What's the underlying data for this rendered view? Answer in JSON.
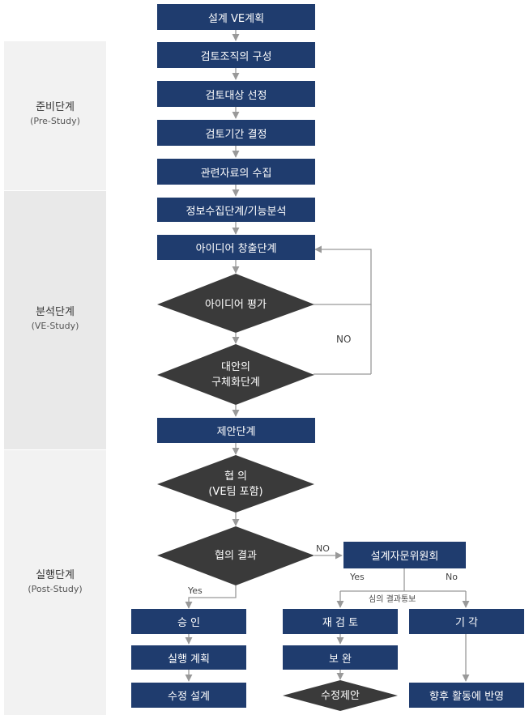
{
  "phases": [
    {
      "ko": "준비단계",
      "en": "(Pre-Study)"
    },
    {
      "ko": "분석단계",
      "en": "(VE-Study)"
    },
    {
      "ko": "실행단계",
      "en": "(Post-Study)"
    }
  ],
  "steps": {
    "plan": "설계 VE계획",
    "org": "검토조직의 구성",
    "target": "검토대상 선정",
    "period": "검토기간 결정",
    "collect": "관련자료의 수집",
    "info": "정보수집단계/기능분석",
    "idea": "아이디어 창출단계",
    "proposal": "제안단계",
    "committee": "설계자문위원회",
    "approve": "승 인",
    "exec_plan": "실행 계획",
    "design_fix": "수정 설계",
    "review": "재 검 토",
    "supplement": "보 완",
    "reject": "기 각",
    "reflect": "향후 활동에 반영"
  },
  "decisions": {
    "idea_eval": "아이디어 평가",
    "alt_line1": "대안의",
    "alt_line2": "구체화단계",
    "consult_line1": "협 의",
    "consult_line2": "(VE팀 포함)",
    "consult_result": "협의 결과",
    "modify_proposal": "수정제안"
  },
  "labels": {
    "no_loop": "NO",
    "no_committee": "NO",
    "yes_approve": "Yes",
    "yes_review": "Yes",
    "no_reject": "No",
    "notice": "심의 결과통보"
  },
  "colors": {
    "box": "#1f3c6e",
    "diamond": "#3a3a3a",
    "line": "#999999"
  }
}
